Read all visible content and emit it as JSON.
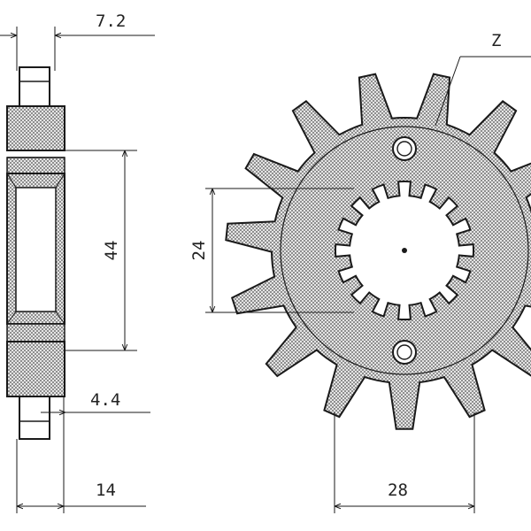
{
  "colors": {
    "ink": "#1a1a1a",
    "hatch": "#8a8a8a",
    "paper": "#ffffff"
  },
  "dimensions": {
    "hub_width": "7.2",
    "bore_height": "44",
    "tooth_width": "4.4",
    "overall_width": "14",
    "spline_height": "24",
    "spline_width": "28",
    "teeth_label": "Z"
  }
}
